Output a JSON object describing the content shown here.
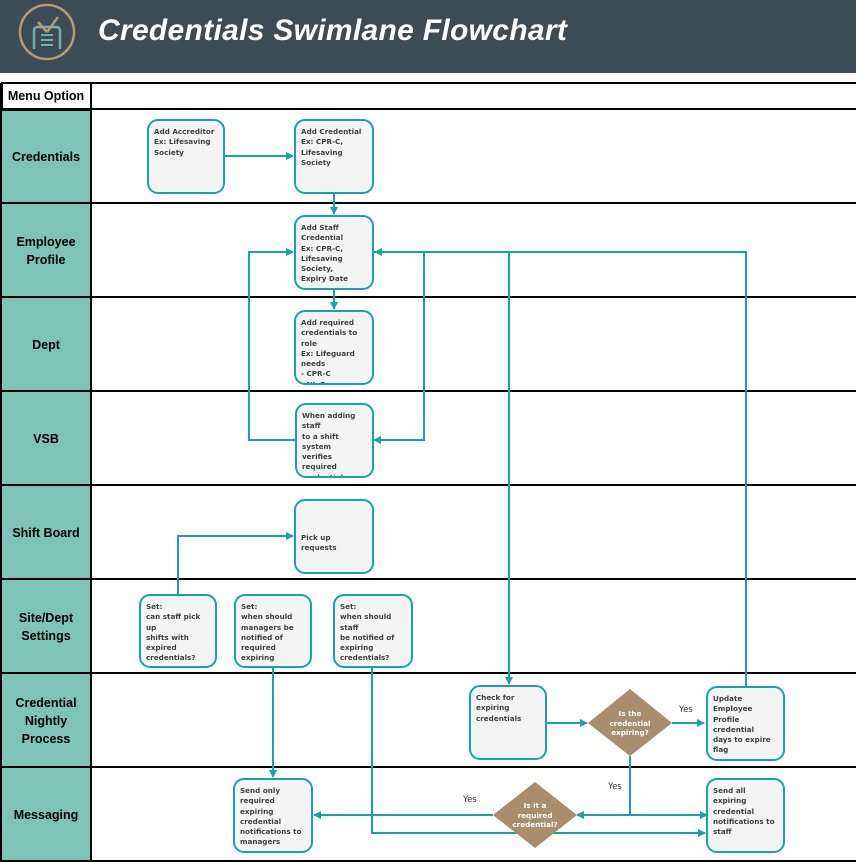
{
  "header": {
    "title": "Credentials Swimlane Flowchart",
    "logo_icon": "clipboard-clock-icon",
    "background_color": "#3d4b55"
  },
  "colors": {
    "lane_fill": "#7fc3b8",
    "box_border": "#1aa3a7",
    "box_fill": "#f4f4f4",
    "connector": "#1aa3a7",
    "decision_fill": "#a98d6c"
  },
  "menu_header": "Menu Option",
  "lanes": [
    {
      "label": "Credentials"
    },
    {
      "label": "Employee\nProfile"
    },
    {
      "label": "Dept"
    },
    {
      "label": "VSB"
    },
    {
      "label": "Shift Board"
    },
    {
      "label": "Site/Dept\nSettings"
    },
    {
      "label": "Credential\nNightly\nProcess"
    },
    {
      "label": "Messaging"
    }
  ],
  "boxes": {
    "add_accreditor": "Add Accreditor\nEx: Lifesaving\nSociety",
    "add_credential": "Add Credential\nEx: CPR-C,\nLifesaving Society",
    "add_staff_credential": "Add Staff\nCredential\nEx: CPR-C,\nLifesaving Society,\nExpiry Date",
    "add_required_credentials": "Add required\ncredentials to role\nEx: Lifeguard needs\n- CPR-C\n- NL-P\n- BC",
    "vsb_verify": "When adding staff\nto a shift system\nverifies required\ncredentials are\ncurrent for role",
    "pick_up_requests": "Pick up requests",
    "set_pickup_expired": "Set:\ncan staff pick up\nshifts with\nexpired\ncredentials?",
    "set_managers_notified": "Set:\nwhen should\nmanagers be\nnotified of\nrequired expiring",
    "set_staff_notified": "Set:\nwhen should staff\nbe notified of\nexpiring\ncredentials?",
    "check_expiring": "Check for expiring\ncredentials",
    "update_employee_profile": "Update Employee\nProfile credential\ndays to expire flag",
    "send_required_managers": "Send only\nrequired expiring\ncredential\nnotifications to\nmanagers",
    "send_all_staff": "Send all expiring\ncredential\nnotifications to\nstaff"
  },
  "decisions": {
    "is_expiring": "Is the\ncredential\nexpiring?",
    "is_required": "Is it a\nrequired\ncredential?"
  },
  "edge_labels": {
    "yes_update": "Yes",
    "yes_messaging": "Yes",
    "yes_required": "Yes"
  }
}
